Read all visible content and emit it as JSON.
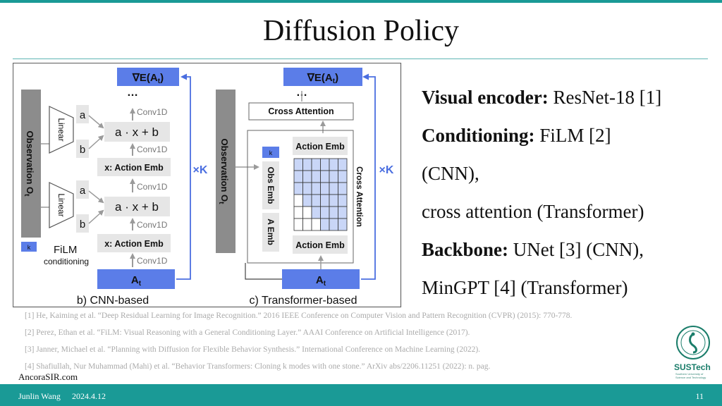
{
  "title": "Diffusion Policy",
  "figure": {
    "cnn": {
      "energy_label": "∇E(A",
      "energy_sub": "t",
      "dots": "…",
      "conv1d": "Conv1D",
      "obs_label": "Observation O",
      "obs_sub": "t",
      "linear": "Linear",
      "a": "a",
      "b": "b",
      "affine": "a · x + b",
      "action_emb": "x: Action Emb",
      "times_k": "×K",
      "film": "FiLM",
      "conditioning": "conditioning",
      "at_label": "A",
      "at_sub": "t",
      "caption": "b) CNN-based",
      "k_icon_label": "k"
    },
    "transformer": {
      "energy_label": "∇E(A",
      "energy_sub": "t",
      "dots": "…",
      "cross_attention_box": "Cross Attention",
      "obs_label": "Observation O",
      "obs_sub": "t",
      "obs_emb": "Obs Emb",
      "a_emb": "A Emb",
      "action_emb_top": "Action Emb",
      "action_emb_bottom": "Action Emb",
      "cross_attention_side": "Cross Attention",
      "times_k": "×K",
      "at_label": "A",
      "at_sub": "t",
      "caption": "c) Transformer-based",
      "k_icon_label": "k"
    }
  },
  "bullets": {
    "visual_label": "Visual encoder:",
    "visual_value": " ResNet-18 [1]",
    "cond_label": "Conditioning:",
    "cond_value": " FiLM [2]",
    "cond_line2": "(CNN),",
    "cond_line3": "cross attention (Transformer)",
    "backbone_label": "Backbone:",
    "backbone_value": " UNet [3] (CNN),",
    "backbone_line2": "MinGPT [4] (Transformer)"
  },
  "references": [
    "[1] He, Kaiming et al. “Deep Residual Learning for Image Recognition.” 2016 IEEE Conference on Computer Vision and Pattern Recognition (CVPR) (2015): 770-778.",
    "[2] Perez, Ethan et al. “FiLM: Visual Reasoning with a General Conditioning Layer.” AAAI Conference on Artificial Intelligence (2017).",
    "[3] Janner, Michael et al. “Planning with Diffusion for Flexible Behavior Synthesis.” International Conference on Machine Learning (2022).",
    "[4] Shafiullah, Nur Muhammad (Mahi) et al. “Behavior Transformers: Cloning k modes with one stone.” ArXiv abs/2206.11251 (2022): n. pag."
  ],
  "watermark": "AncoraSIR.com",
  "logo": {
    "name": "SUSTech",
    "sub": "Southern University of Science and Technology"
  },
  "footer": {
    "author": "Junlin Wang",
    "date": "2024.4.12",
    "page": "11"
  },
  "colors": {
    "teal": "#1a9a96",
    "blue": "#5b7de8",
    "light_blue": "#c9d6f7",
    "gray_bar": "#8c8c8c",
    "light_gray": "#e6e6e6"
  }
}
